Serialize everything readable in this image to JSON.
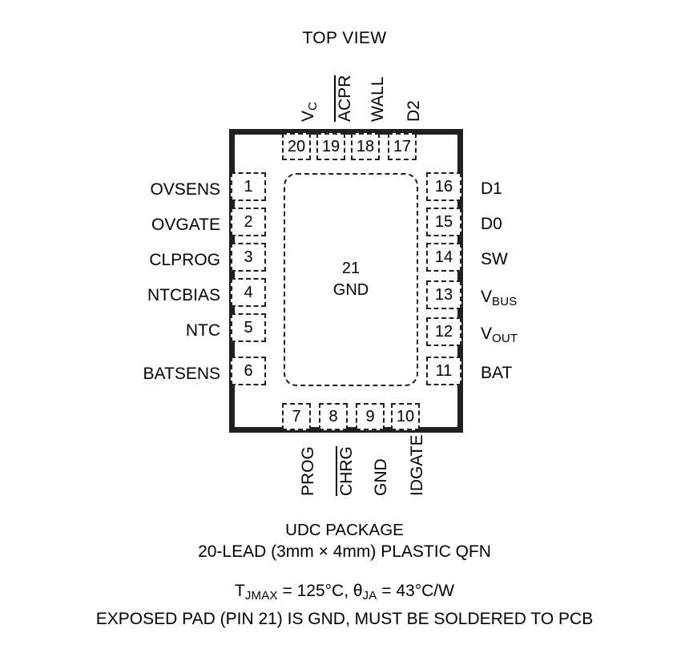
{
  "title": "TOP VIEW",
  "package": {
    "exposed_pad": {
      "pin": "21",
      "name": "GND"
    },
    "pins_left": [
      {
        "number": "1",
        "label": "OVSENS"
      },
      {
        "number": "2",
        "label": "OVGATE"
      },
      {
        "number": "3",
        "label": "CLPROG"
      },
      {
        "number": "4",
        "label": "NTCBIAS"
      },
      {
        "number": "5",
        "label": "NTC"
      },
      {
        "number": "6",
        "label": "BATSENS"
      }
    ],
    "pins_bottom": [
      {
        "number": "7",
        "label": "PROG",
        "overline": false
      },
      {
        "number": "8",
        "label": "CHRG",
        "overline": true
      },
      {
        "number": "9",
        "label": "GND",
        "overline": false
      },
      {
        "number": "10",
        "label": "IDGATE",
        "overline": false
      }
    ],
    "pins_right": [
      {
        "number": "11",
        "label": "BAT",
        "sub": ""
      },
      {
        "number": "12",
        "label": "V",
        "sub": "OUT"
      },
      {
        "number": "13",
        "label": "V",
        "sub": "BUS"
      },
      {
        "number": "14",
        "label": "SW",
        "sub": ""
      },
      {
        "number": "15",
        "label": "D0",
        "sub": ""
      },
      {
        "number": "16",
        "label": "D1",
        "sub": ""
      }
    ],
    "pins_top": [
      {
        "number": "17",
        "label": "D2",
        "overline": false,
        "sub": ""
      },
      {
        "number": "18",
        "label": "WALL",
        "overline": false,
        "sub": ""
      },
      {
        "number": "19",
        "label": "ACPR",
        "overline": true,
        "sub": ""
      },
      {
        "number": "20",
        "label": "V",
        "overline": false,
        "sub": "C"
      }
    ]
  },
  "caption": {
    "package_name": "UDC PACKAGE",
    "package_desc": "20-LEAD (3mm × 4mm) PLASTIC QFN",
    "thermal_line_prefix": "T",
    "thermal_line_sub1": "JMAX",
    "thermal_line_mid": " = 125°C, θ",
    "thermal_line_sub2": "JA",
    "thermal_line_end": " = 43°C/W",
    "exposed_pad_note": "EXPOSED PAD (PIN 21) IS GND, MUST BE SOLDERED TO PCB"
  },
  "colors": {
    "outline": "#231f20",
    "text": "#000000",
    "background": "#ffffff"
  }
}
